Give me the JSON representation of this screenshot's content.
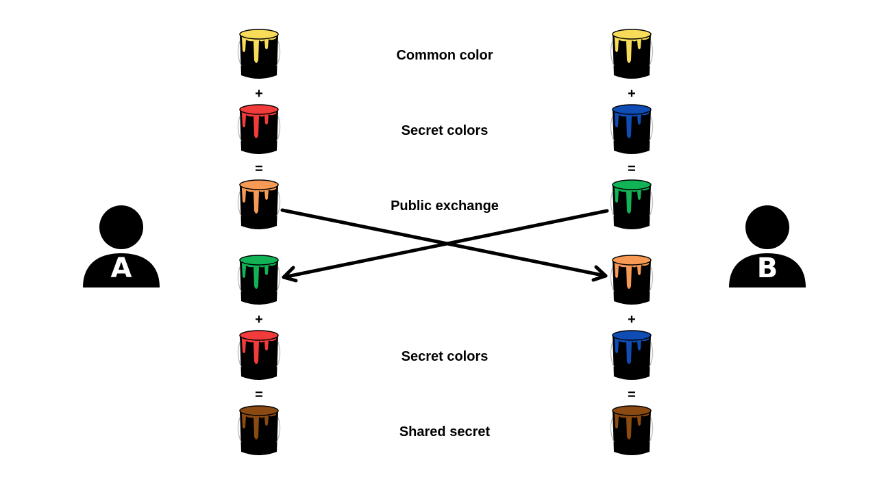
{
  "labels": {
    "common_color": "Common color",
    "secret_colors_1": "Secret colors",
    "public_exchange": "Public exchange",
    "secret_colors_2": "Secret colors",
    "shared_secret": "Shared secret"
  },
  "parties": {
    "a": "A",
    "b": "B"
  },
  "operators": {
    "plus": "+",
    "equals": "="
  },
  "colors": {
    "yellow": "#F7DC5A",
    "red": "#F23B3B",
    "blue": "#0F4DB5",
    "orange": "#F79A55",
    "green": "#12B356",
    "brown": "#8A4A12",
    "bucket_body": "#000000"
  },
  "buckets": {
    "a": [
      "yellow",
      "red",
      "orange",
      "green",
      "red",
      "brown"
    ],
    "b": [
      "yellow",
      "blue",
      "green",
      "orange",
      "blue",
      "brown"
    ]
  }
}
